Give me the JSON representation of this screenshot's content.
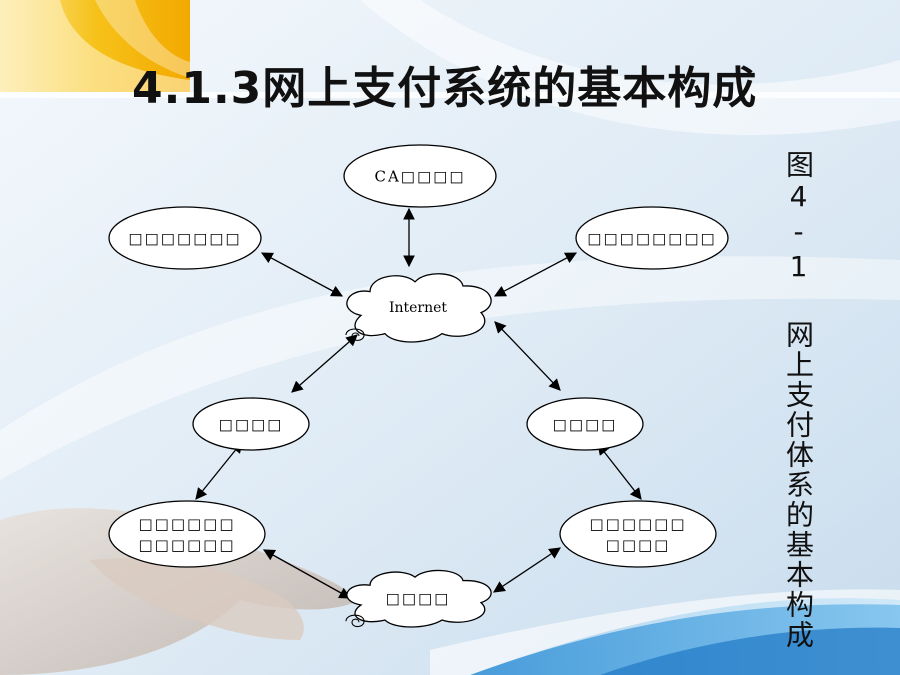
{
  "slide": {
    "title": "4.1.3网上支付系统的基本构成",
    "figure_caption": "图4-1 网上支付体系的基本构成"
  },
  "diagram": {
    "nodes": [
      {
        "id": "ca",
        "label": "CA□□□□",
        "shape": "ellipse"
      },
      {
        "id": "left-top",
        "label": "□□□□□□□",
        "shape": "ellipse"
      },
      {
        "id": "right-top",
        "label": "□□□□□□□□",
        "shape": "ellipse"
      },
      {
        "id": "internet",
        "label": "Internet",
        "shape": "cloud"
      },
      {
        "id": "left-mid",
        "label": "□□□□",
        "shape": "ellipse"
      },
      {
        "id": "right-mid",
        "label": "□□□□",
        "shape": "ellipse"
      },
      {
        "id": "left-bottom",
        "label": [
          "□□□□□□",
          "□□□□□□"
        ],
        "shape": "ellipse"
      },
      {
        "id": "right-bottom",
        "label": [
          "□□□□□□",
          "□□□□"
        ],
        "shape": "ellipse"
      },
      {
        "id": "bank-net",
        "label": "□□□□",
        "shape": "cloud"
      }
    ],
    "edges": [
      {
        "from": "ca",
        "to": "internet"
      },
      {
        "from": "left-top",
        "to": "internet"
      },
      {
        "from": "right-top",
        "to": "internet"
      },
      {
        "from": "internet",
        "to": "left-mid"
      },
      {
        "from": "internet",
        "to": "right-mid"
      },
      {
        "from": "left-mid",
        "to": "left-bottom"
      },
      {
        "from": "right-mid",
        "to": "right-bottom"
      },
      {
        "from": "left-bottom",
        "to": "bank-net"
      },
      {
        "from": "right-bottom",
        "to": "bank-net"
      }
    ]
  },
  "colors": {
    "accent_yellow": "#f7b500",
    "background_blue": "#e6f0f8",
    "stroke": "#000000"
  }
}
